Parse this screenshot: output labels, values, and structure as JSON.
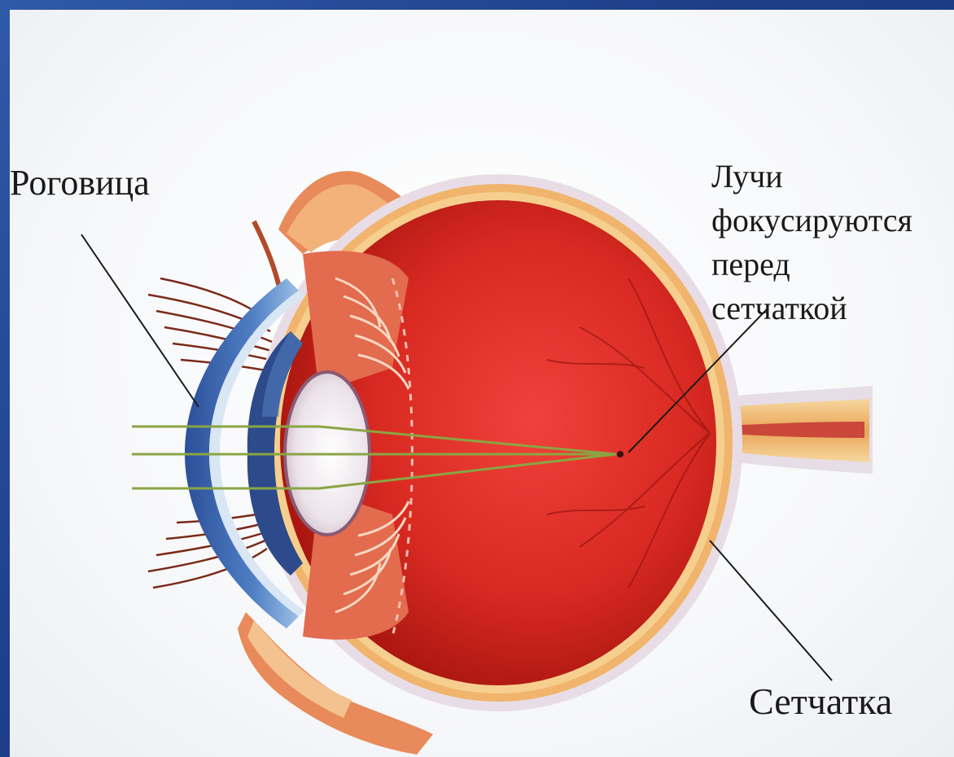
{
  "labels": {
    "cornea": "Роговица",
    "rays": [
      "Лучи",
      "фокусируются",
      "перед",
      "сетчаткой"
    ],
    "retina": "Сетчатка"
  },
  "colors": {
    "frame": "#1e3f8a",
    "eyeball": "#d9302a",
    "sclera": "#f3c27a",
    "cornea": "#3f6fb5",
    "lens": "#f4eef2",
    "rays": "#8aa544"
  }
}
